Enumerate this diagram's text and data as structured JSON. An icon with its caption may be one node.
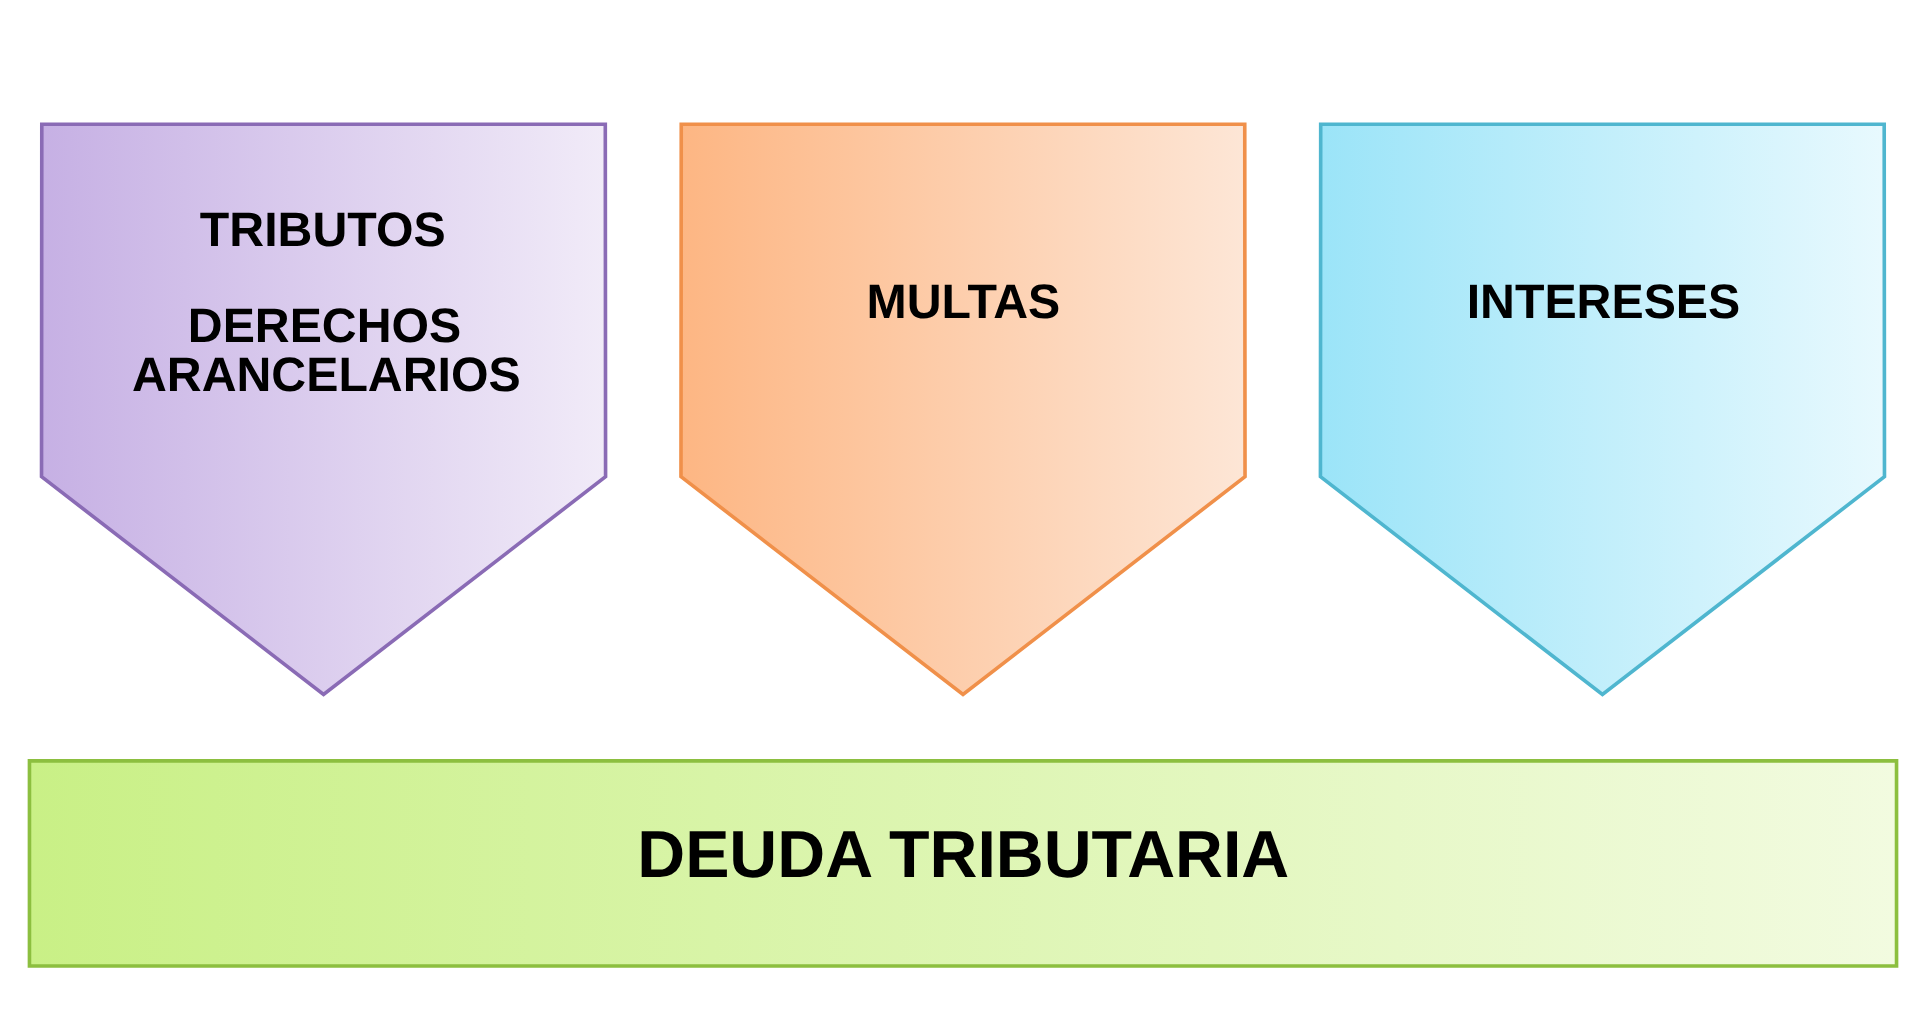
{
  "diagram": {
    "nodes": [
      {
        "text": [
          "TRIBUTOS",
          "DERECHOS ARANCELARIOS"
        ]
      },
      {
        "text": [
          "MULTAS"
        ]
      },
      {
        "text": [
          "INTERESES"
        ]
      },
      {
        "text": [
          "DEUDA TRIBUTARIA"
        ]
      }
    ]
  }
}
